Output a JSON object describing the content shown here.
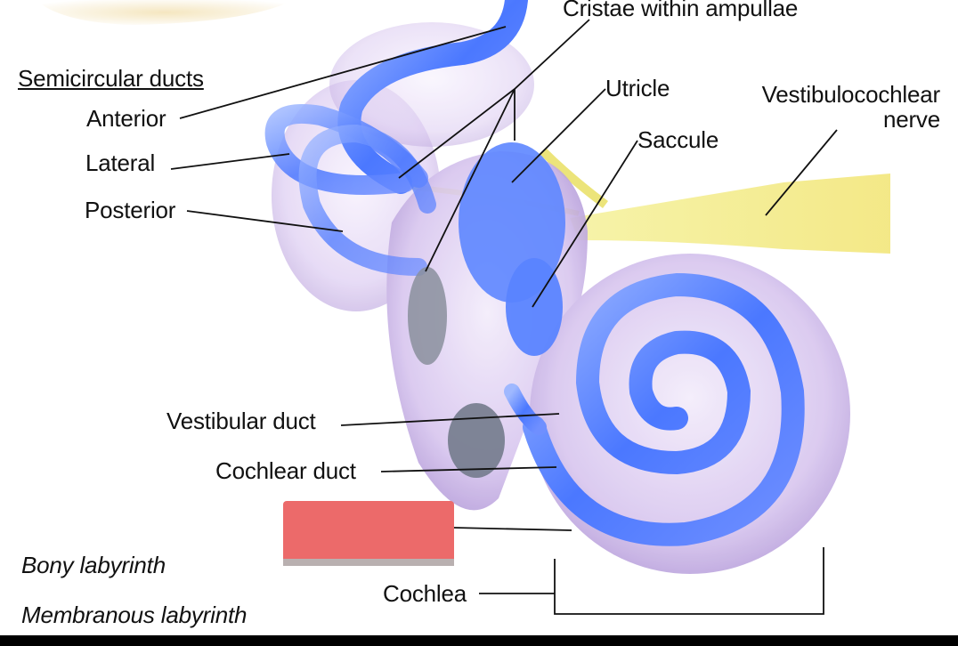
{
  "labels": {
    "cristae": "Cristae within ampullae",
    "semicircular_ducts": "Semicircular ducts",
    "anterior": "Anterior",
    "lateral": "Lateral",
    "posterior": "Posterior",
    "utricle": "Utricle",
    "saccule": "Saccule",
    "vestibulocochlear_line1": "Vestibulocochlear",
    "vestibulocochlear_line2": "nerve",
    "vestibular_duct": "Vestibular duct",
    "cochlear_duct": "Cochlear duct",
    "bony_labyrinth": "Bony labyrinth",
    "membranous_labyrinth": "Membranous labyrinth",
    "cochlea": "Cochlea"
  },
  "colors": {
    "bony_labyrinth_swatch": "#ec6a6a",
    "membranous_blue": "#4d7dff",
    "bony_lilac": "#d9c8f0",
    "nerve_yellow": "#f1ec8a"
  }
}
